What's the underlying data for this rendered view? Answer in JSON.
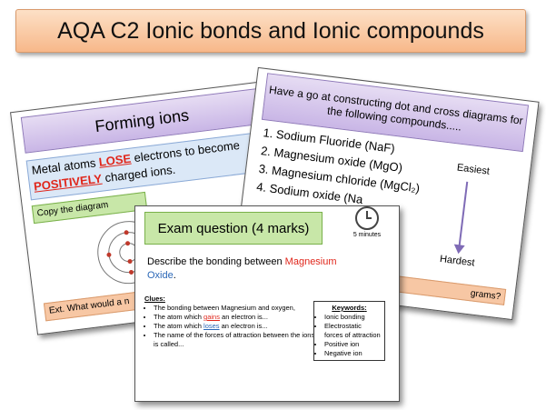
{
  "banner": {
    "title": "AQA C2 Ionic bonds and Ionic compounds"
  },
  "slide1": {
    "title": "Forming ions",
    "text_a": "Metal atoms ",
    "lose_word": "LOSE",
    "text_b": " electrons to become",
    "positively_word": "POSITIVELY",
    "text_c": " charged ions.",
    "copy_label": "Copy the diagram",
    "ext_label": "Ext. What would a n"
  },
  "slide2": {
    "title": "Have a go at constructing dot and cross diagrams for the following compounds.....",
    "items": [
      "Sodium Fluoride (NaF)",
      "Magnesium oxide (MgO)",
      "Magnesium chloride (MgCl₂)",
      "Sodium oxide (Na"
    ],
    "easiest": "Easiest",
    "hardest": "Hardest",
    "answer_strip": "grams?"
  },
  "slide3": {
    "title": "Exam question (4 marks)",
    "timer_label": "5 minutes",
    "question_prefix": "Describe the bonding between ",
    "question_mg": "Magnesium",
    "question_ox": "Oxide",
    "question_end": ".",
    "clues_title": "Clues:",
    "clue1": "The bonding between Magnesium and oxygen,",
    "clue2_a": "The atom which ",
    "clue2_b": "gains",
    "clue2_c": " an electron is...",
    "clue3_a": "The atom which ",
    "clue3_b": "loses",
    "clue3_c": " an electron is...",
    "clue4": "The name of the forces of attraction between the ions is called...",
    "keywords_title": "Keywords",
    "keywords": [
      "Ionic bonding",
      "Electrostatic forces of attraction",
      "Positive ion",
      "Negative ion"
    ]
  }
}
